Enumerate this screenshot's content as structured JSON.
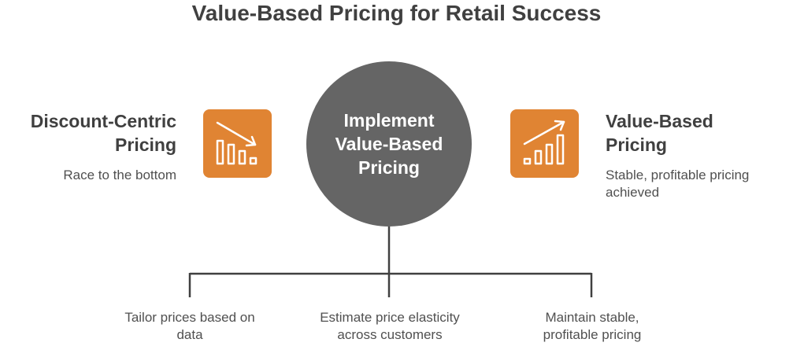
{
  "title": "Value-Based Pricing for Retail Success",
  "center": {
    "label_line1": "Implement",
    "label_line2": "Value-Based",
    "label_line3": "Pricing"
  },
  "left": {
    "title_line1": "Discount-Centric",
    "title_line2": "Pricing",
    "description": "Race to the bottom",
    "icon": "declining-bar-chart-icon"
  },
  "right": {
    "title_line1": "Value-Based",
    "title_line2": "Pricing",
    "description_line1": "Stable, profitable pricing",
    "description_line2": "achieved",
    "icon": "rising-bar-chart-icon"
  },
  "branches": [
    {
      "line1": "Tailor prices based on",
      "line2": "data"
    },
    {
      "line1": "Estimate price elasticity",
      "line2": "across customers"
    },
    {
      "line1": "Maintain stable,",
      "line2": "profitable pricing"
    }
  ],
  "colors": {
    "accent": "#e08433",
    "center": "#656565",
    "text": "#404040",
    "connector": "#404040"
  }
}
